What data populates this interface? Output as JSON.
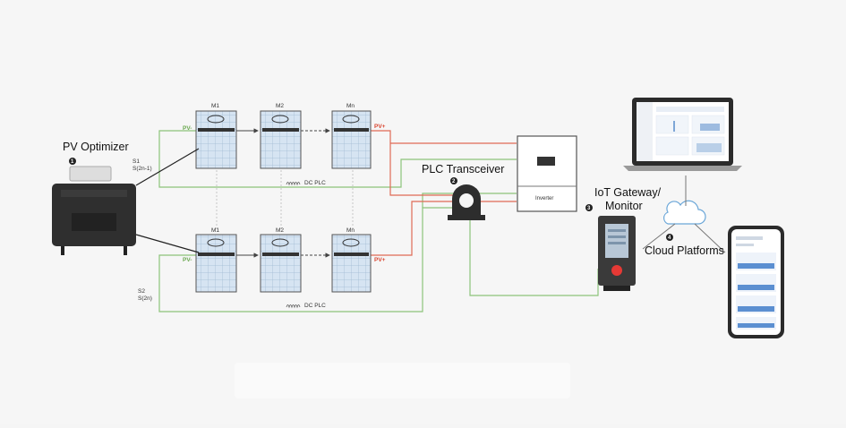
{
  "labels": {
    "pv_optimizer": "PV Optimizer",
    "plc_transceiver": "PLC Transceiver",
    "iot_gateway_line1": "IoT Gateway/",
    "iot_gateway_line2": "Monitor",
    "cloud_platforms": "Cloud Platforms",
    "inverter": "Inverter"
  },
  "markers": {
    "m1": "1",
    "m2": "2",
    "m3": "3",
    "m4": "4"
  },
  "strings": {
    "top": {
      "s_line1": "S1",
      "s_line2": "S(2n-1)",
      "pv_minus": "PV-",
      "pv_plus": "PV+",
      "plc": "DC PLC",
      "modules": [
        "M1",
        "M2",
        "Mn"
      ]
    },
    "bottom": {
      "s_line1": "S2",
      "s_line2": "S(2n)",
      "pv_minus": "PV-",
      "pv_plus": "PV+",
      "plc": "DC PLC",
      "modules": [
        "M1",
        "M2",
        "Mn"
      ]
    }
  },
  "colors": {
    "pv_plus": "#d9442f",
    "pv_minus": "#7dbb6a",
    "panel": "#cfe0f0",
    "device": "#333333",
    "accent": "#e53935"
  }
}
